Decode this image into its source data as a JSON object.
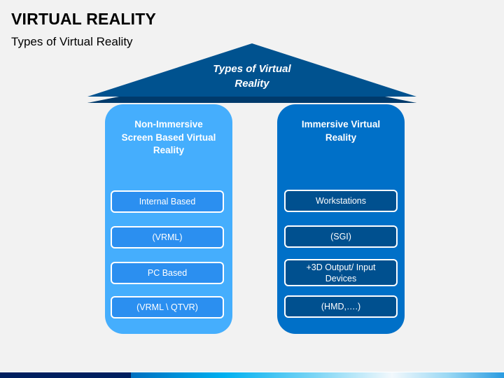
{
  "header": {
    "title": "VIRTUAL REALITY",
    "subtitle": "Types of Virtual Reality"
  },
  "roof": {
    "label_line1": "Types of Virtual",
    "label_line2": "Reality",
    "color": "#00528f",
    "shadow_color": "#002a50"
  },
  "pillars": [
    {
      "title_line1": "Non-Immersive",
      "title_line2": "Screen Based Virtual",
      "title_line3": "Reality",
      "color": "#45aefd",
      "items": [
        {
          "label": "Internal Based"
        },
        {
          "label": "(VRML)"
        },
        {
          "label": "PC Based"
        },
        {
          "label": "(VRML \\ QTVR)"
        }
      ]
    },
    {
      "title_line1": "Immersive Virtual",
      "title_line2": "Reality",
      "color": "#0070c8",
      "items": [
        {
          "label": "Workstations"
        },
        {
          "label": "(SGI)"
        },
        {
          "label": "+3D Output/ Input Devices"
        },
        {
          "label": "(HMD,….)"
        }
      ]
    }
  ]
}
